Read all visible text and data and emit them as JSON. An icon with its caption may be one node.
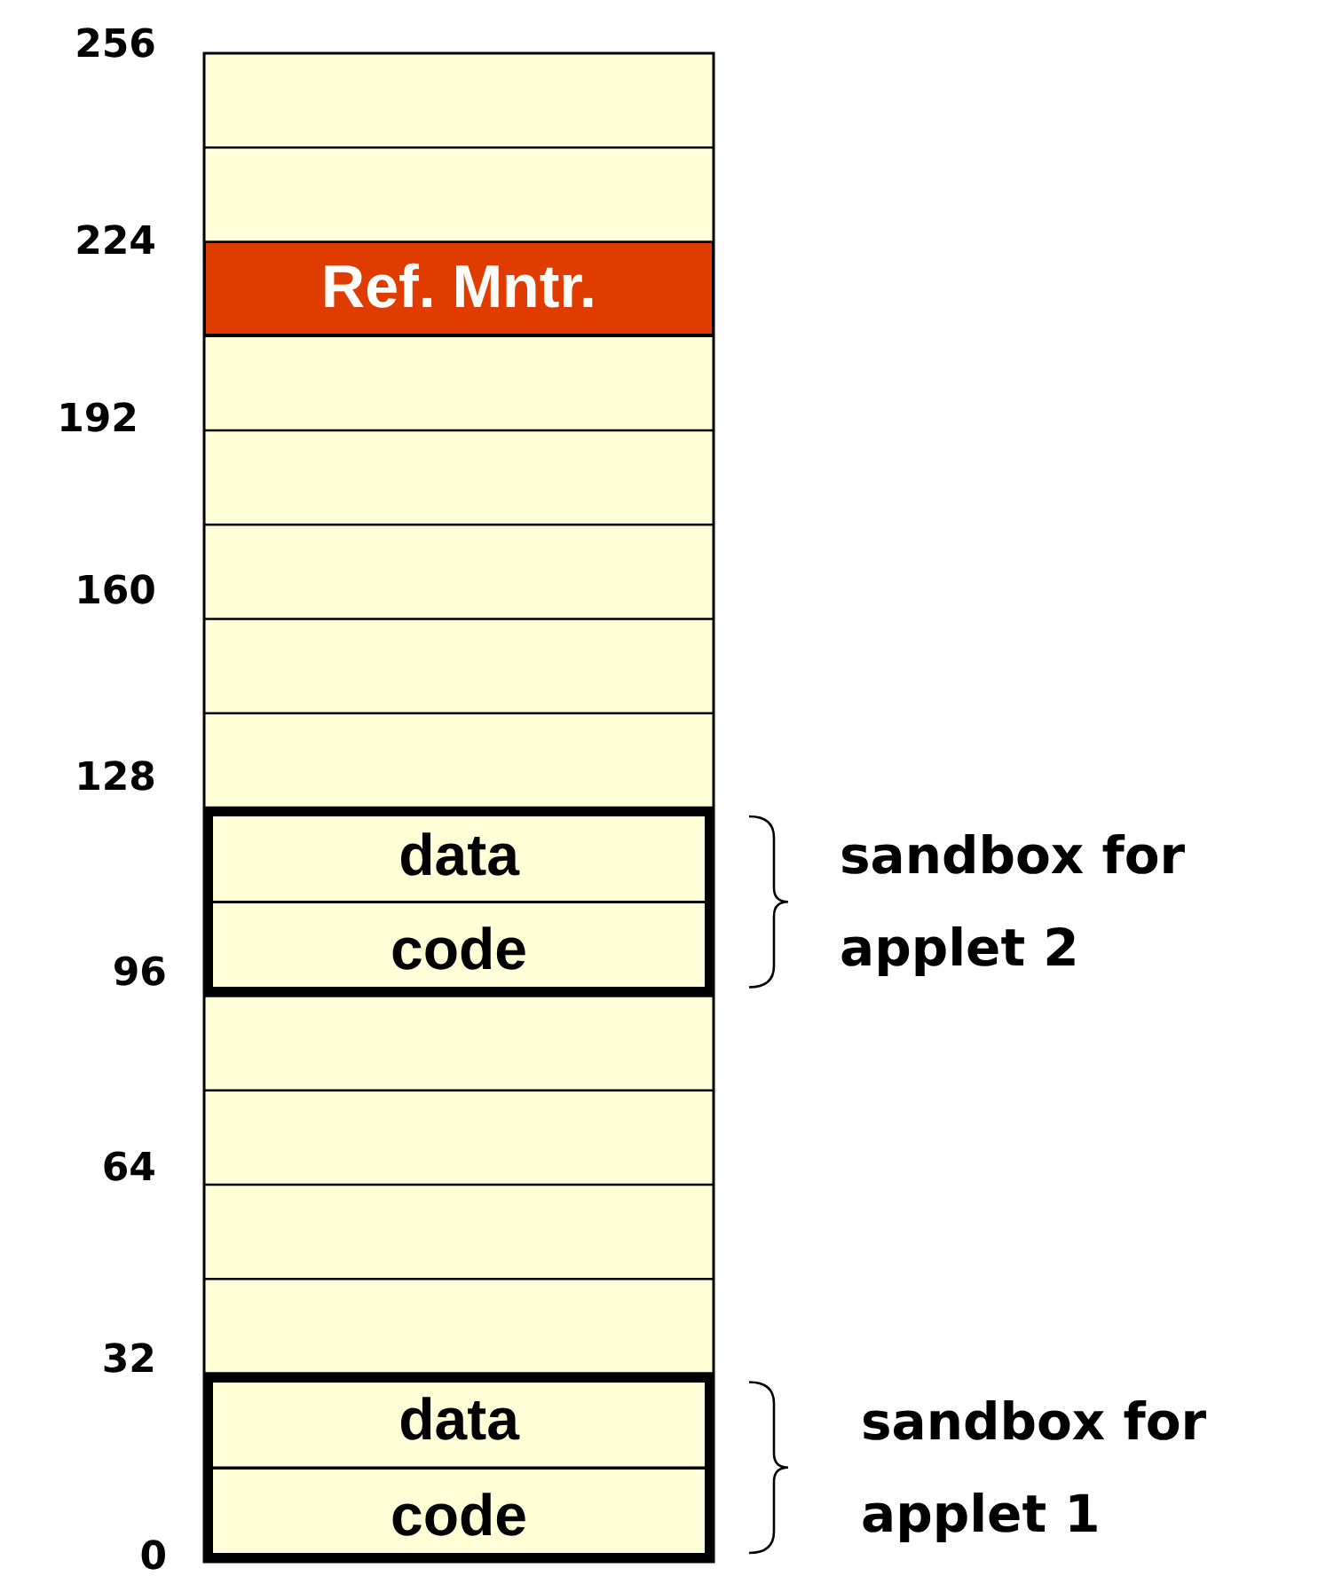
{
  "diagram": {
    "nodes": [
      {
        "text": [
          "Ref. Mntr."
        ]
      },
      {
        "text": [],
        "shape": "box",
        "beside": [
          "sandbox for applet 2"
        ]
      },
      {
        "text": [
          "data"
        ],
        "in": 1
      },
      {
        "text": [
          "code"
        ],
        "in": 1
      },
      {
        "text": [],
        "shape": "box",
        "beside": [
          "sandbox for applet 1"
        ]
      },
      {
        "text": [
          "data"
        ],
        "in": 4
      },
      {
        "text": [
          "code"
        ],
        "in": 4
      }
    ],
    "labels": [
      "256",
      "224",
      "192",
      "160",
      "128",
      "96",
      "64",
      "32",
      "0"
    ]
  }
}
